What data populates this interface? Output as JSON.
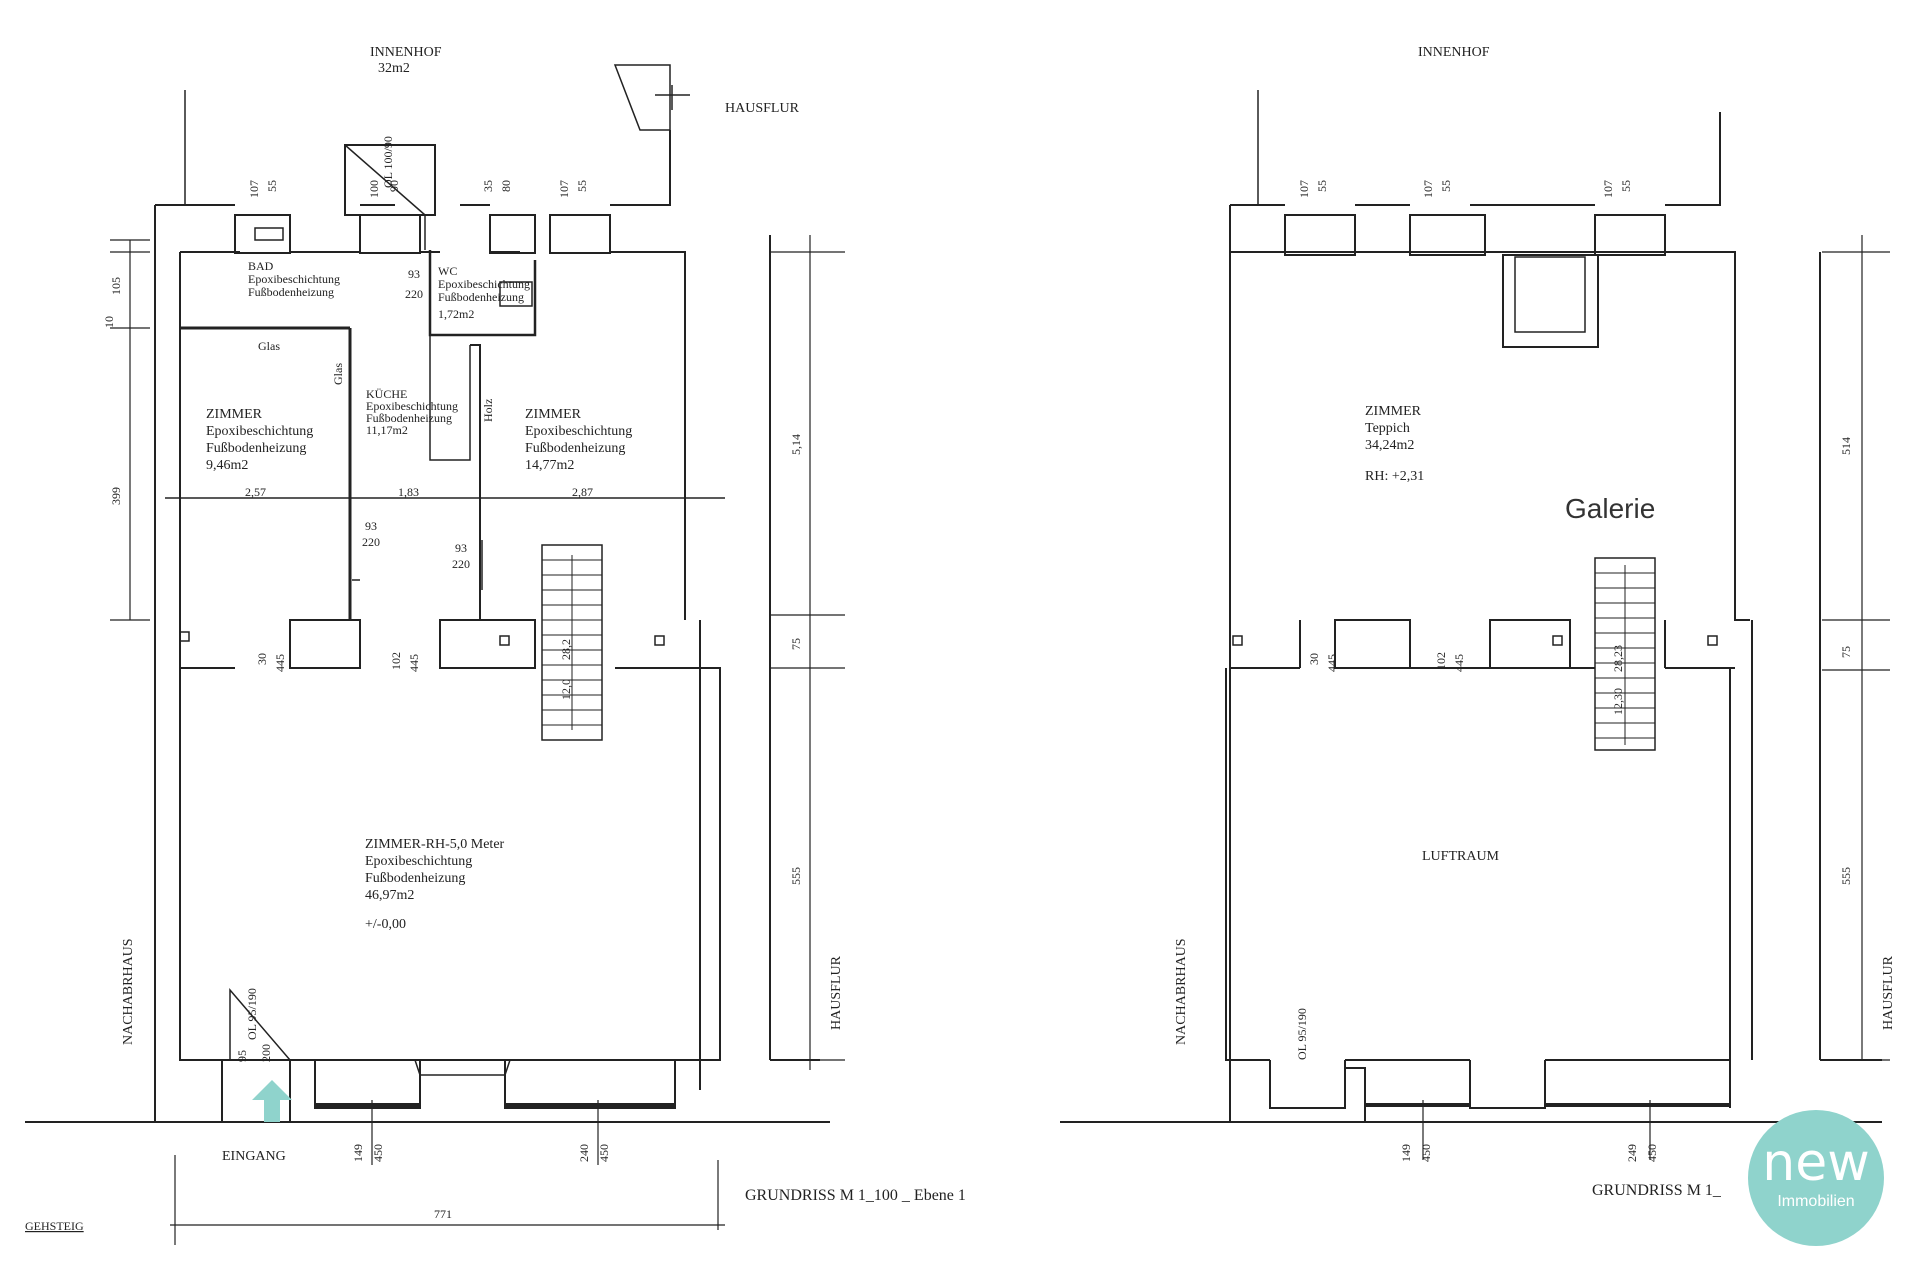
{
  "labels": {
    "courtyard_left": "INNENHOF",
    "courtyard_area": "32m2",
    "courtyard_right": "INNENHOF",
    "hallway_top": "HAUSFLUR",
    "hallway_left_side": "HAUSFLUR",
    "hallway_right_side": "HAUSFLUR",
    "neighbour_left": "NACHABRHAUS",
    "neighbour_right": "NACHABRHAUS",
    "entrance": "EINGANG",
    "sidewalk": "GEHSTEIG",
    "title_left": "GRUNDRISS M 1_100 _ Ebene 1",
    "title_right": "GRUNDRISS M 1_",
    "gallery": "Galerie",
    "airspace": "LUFTRAUM"
  },
  "rooms": {
    "bad": [
      "BAD",
      "Epoxibeschichtung",
      "Fußbodenheizung"
    ],
    "wc": [
      "WC",
      "Epoxibeschichtung",
      "Fußbodenheizung",
      "1,72m2"
    ],
    "kueche": [
      "KÜCHE",
      "Epoxibeschichtung",
      "Fußbodenheizung",
      "11,17m2"
    ],
    "zimmer_left": [
      "ZIMMER",
      "Epoxibeschichtung",
      "Fußbodenheizung",
      "9,46m2"
    ],
    "zimmer_right": [
      "ZIMMER",
      "Epoxibeschichtung",
      "Fußbodenheizung",
      "14,77m2"
    ],
    "zimmer_main": [
      "ZIMMER-RH-5,0 Meter",
      "Epoxibeschichtung",
      "Fußbodenheizung",
      "46,97m2",
      "+/-0,00"
    ],
    "zimmer_upper": [
      "ZIMMER",
      "Teppich",
      "34,24m2",
      "RH: +2,31"
    ]
  },
  "annotations": {
    "glas_1": "Glas",
    "glas_2": "Glas",
    "holz": "Holz",
    "door_ol": "OL 100/90",
    "door_entry": "OL 95/190",
    "door_entry_right": "OL 95/190"
  },
  "dimensions": {
    "w_107": "107",
    "w_55": "55",
    "w_100": "100",
    "w_90": "90",
    "w_35": "35",
    "w_80": "80",
    "d_93": "93",
    "d_220": "220",
    "d_30": "30",
    "d_445": "445",
    "d_102": "102",
    "d_149": "149",
    "d_450": "450",
    "d_240": "240",
    "d_249": "249",
    "d_95": "95",
    "d_200": "200",
    "d_10": "10",
    "d_105": "105",
    "d_399": "399",
    "d_514_left": "5,14",
    "d_514_right": "514",
    "d_75": "75",
    "d_555": "555",
    "d_771": "771",
    "d_257": "2,57",
    "d_183": "1,83",
    "d_287": "2,87",
    "stair_1": "12,0",
    "stair_2": "28,2",
    "stair_3": "12,30",
    "stair_4": "28,23"
  },
  "logo": {
    "wordmark": "new",
    "subtitle": "Immobilien",
    "color": "#8fd3cc"
  },
  "colors": {
    "line": "#222222",
    "arrow": "#8fd3cc"
  }
}
